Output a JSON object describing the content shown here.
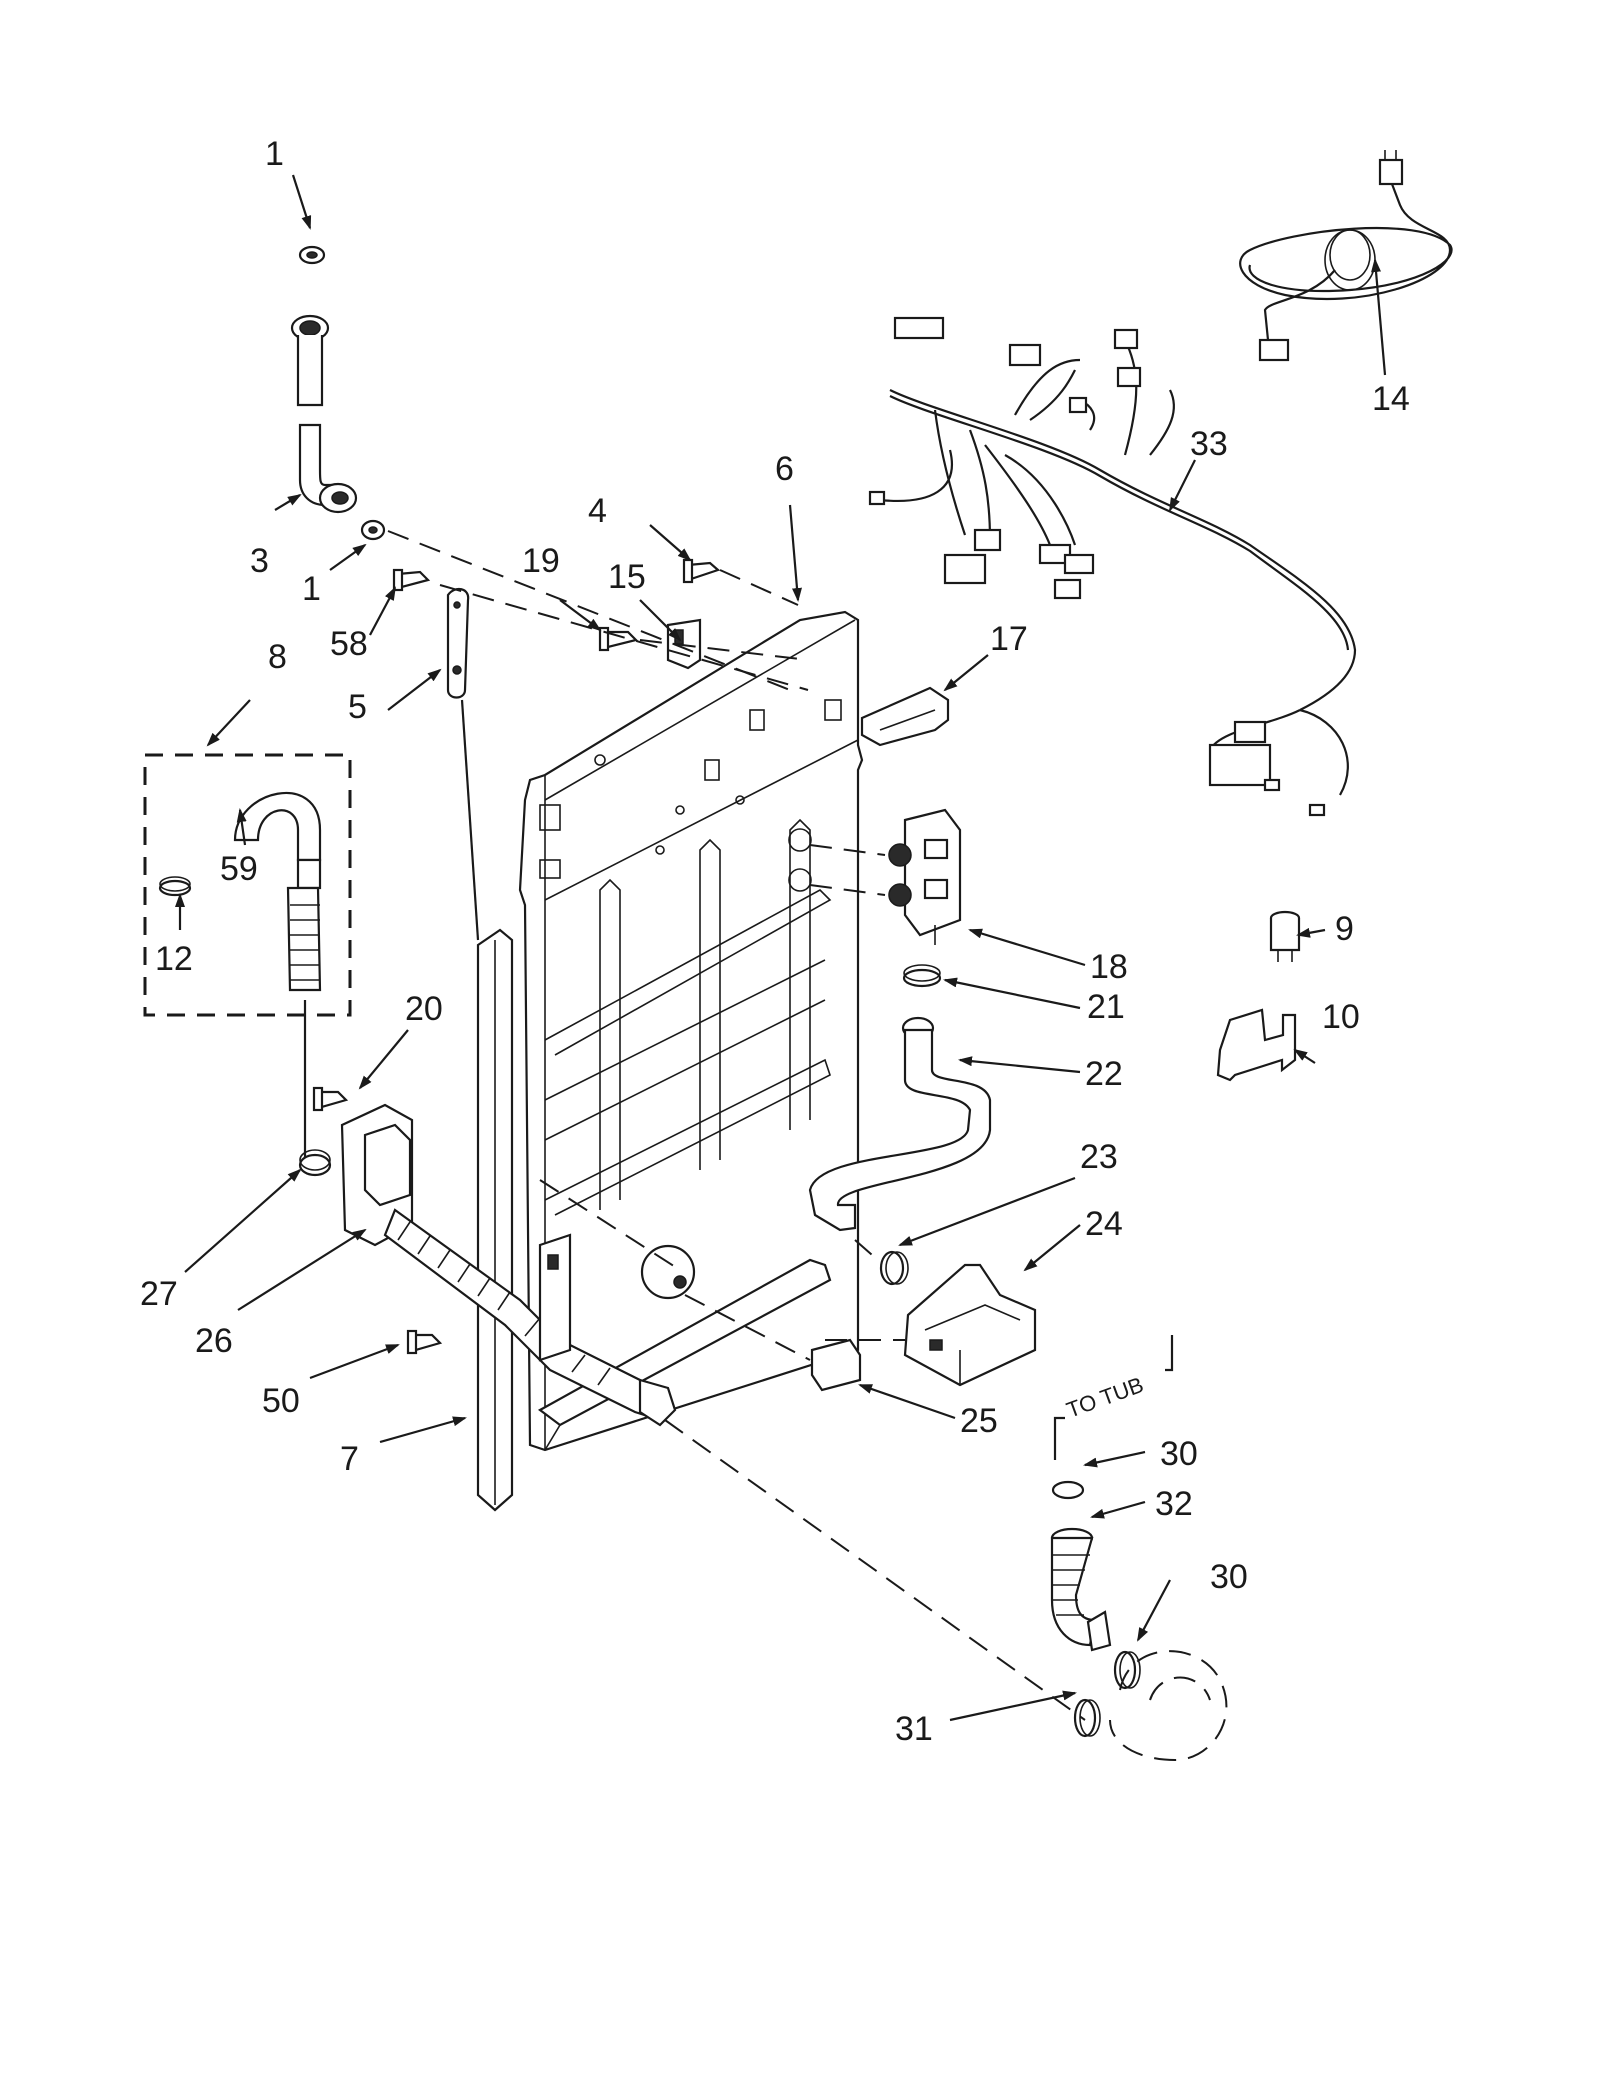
{
  "labels": {
    "p1_top": "1",
    "p1_mid": "1",
    "p3": "3",
    "p4": "4",
    "p5": "5",
    "p6": "6",
    "p7": "7",
    "p8": "8",
    "p9": "9",
    "p10": "10",
    "p12": "12",
    "p14": "14",
    "p15": "15",
    "p17": "17",
    "p18": "18",
    "p19": "19",
    "p20": "20",
    "p21": "21",
    "p22": "22",
    "p23": "23",
    "p24": "24",
    "p25": "25",
    "p26": "26",
    "p27": "27",
    "p30_top": "30",
    "p30_bot": "30",
    "p31": "31",
    "p32": "32",
    "p33": "33",
    "p50": "50",
    "p58": "58",
    "p59": "59"
  },
  "annotations": {
    "to_tub": "TO TUB"
  }
}
